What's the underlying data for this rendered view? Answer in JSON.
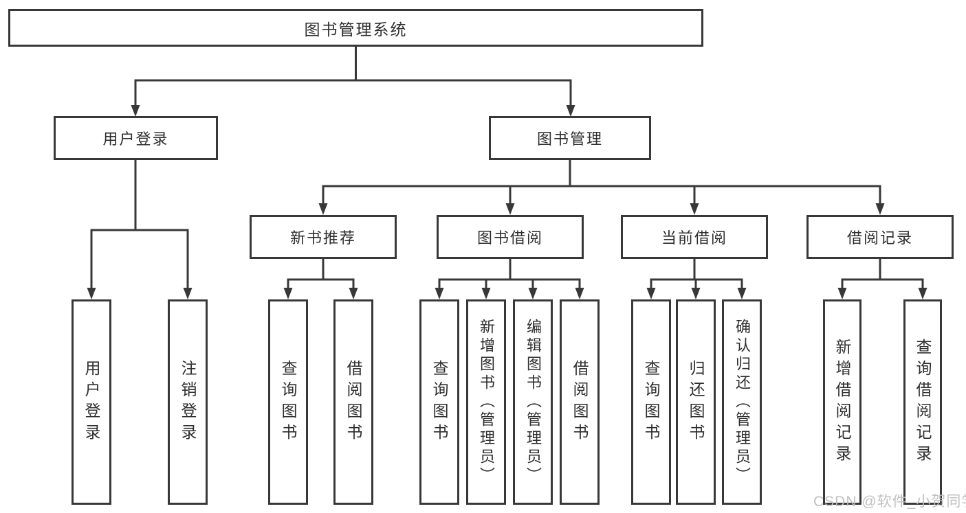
{
  "colors": {
    "line": "#383838",
    "box_border": "#383838",
    "box_background": "#ffffff",
    "text": "#2e2e2e",
    "watermark": "#bebebe"
  },
  "watermark": {
    "text": "CSDN @软件_小贺同学"
  },
  "tree": {
    "root": {
      "label": "图书管理系统"
    },
    "branches": [
      {
        "label": "用户登录",
        "children": [
          {
            "label": "用户登录"
          },
          {
            "label": "注销登录"
          }
        ]
      },
      {
        "label": "图书管理",
        "children": [
          {
            "label": "新书推荐",
            "children": [
              {
                "label": "查询图书"
              },
              {
                "label": "借阅图书"
              }
            ]
          },
          {
            "label": "图书借阅",
            "children": [
              {
                "label": "查询图书"
              },
              {
                "label": "新增图书（管理员）"
              },
              {
                "label": "编辑图书（管理员）"
              },
              {
                "label": "借阅图书"
              }
            ]
          },
          {
            "label": "当前借阅",
            "children": [
              {
                "label": "查询图书"
              },
              {
                "label": "归还图书"
              },
              {
                "label": "确认归还（管理员）"
              }
            ]
          },
          {
            "label": "借阅记录",
            "children": [
              {
                "label": "新增借阅记录"
              },
              {
                "label": "查询借阅记录"
              }
            ]
          }
        ]
      }
    ]
  }
}
